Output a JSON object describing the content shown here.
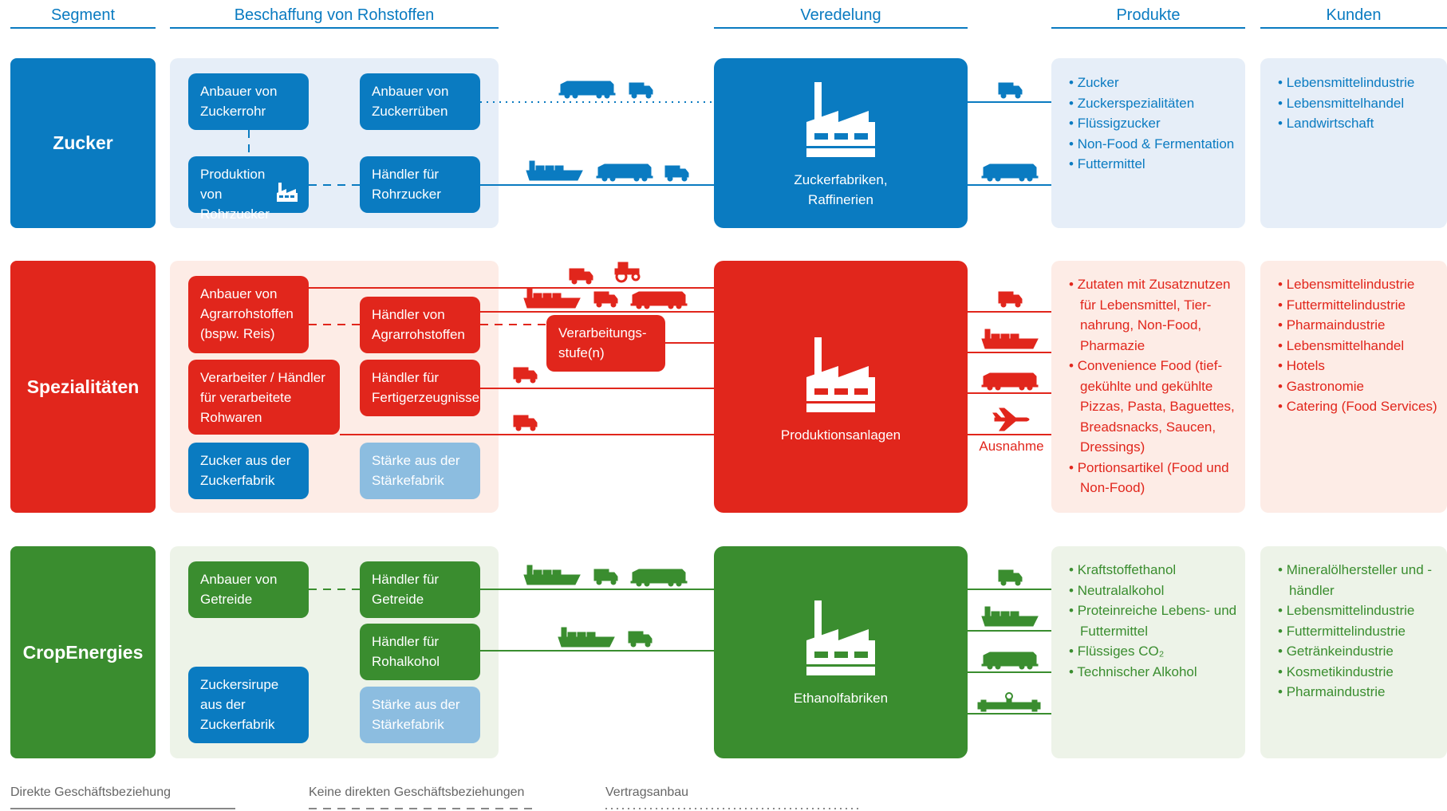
{
  "headers": {
    "segment": "Segment",
    "beschaffung": "Beschaffung von Rohstoffen",
    "veredelung": "Veredelung",
    "produkte": "Produkte",
    "kunden": "Kunden"
  },
  "colors": {
    "blue": "#0a7bc1",
    "red": "#e1261c",
    "green": "#3a8d2f",
    "light_blue_box": "#8cbde0",
    "blue_bg": "#e6eef8",
    "red_bg": "#fdece6",
    "green_bg": "#edf3e8"
  },
  "zucker": {
    "segment": "Zucker",
    "boxes": {
      "anbauer_rohr": "Anbauer von Zuckerrohr",
      "anbauer_rueben": "Anbauer von Zuckerrüben",
      "produktion_rohr": "Produktion von Rohrzucker",
      "haendler_rohr": "Händler für Rohrzucker"
    },
    "plant": "Zuckerfabriken, Raffinerien",
    "produkte": [
      "Zucker",
      "Zuckerspezialitäten",
      "Flüssigzucker",
      "Non-Food & Fermentation",
      "Futtermittel"
    ],
    "kunden": [
      "Lebensmittelindustrie",
      "Lebensmittelhandel",
      "Landwirtschaft"
    ]
  },
  "spezialitaeten": {
    "segment": "Spezialitäten",
    "boxes": {
      "anbauer_agrar": "Anbauer von Agrarrohstoffen (bspw. Reis)",
      "haendler_agrar": "Händler von Agrarrohstoffen",
      "verarbeitung": "Verarbeitungs-stufe(n)",
      "verarbeiter": "Verarbeiter / Händler für verarbeitete Rohwaren",
      "haendler_fertig": "Händler für Fertigerzeugnisse",
      "zucker_fabrik": "Zucker aus der Zuckerfabrik",
      "staerke_fabrik": "Stärke aus der Stärkefabrik"
    },
    "plant": "Produktionsanlagen",
    "ausnahme": "Ausnahme",
    "produkte": [
      "Zutaten mit Zusatznutzen für Lebensmittel, Tier-nahrung, Non-Food, Pharmazie",
      "Convenience Food (tief-gekühlte und gekühlte Pizzas, Pasta, Baguettes, Breadsnacks, Saucen, Dressings)",
      "Portionsartikel (Food und Non-Food)"
    ],
    "kunden": [
      "Lebensmittelindustrie",
      "Futtermittelindustrie",
      "Pharmaindustrie",
      "Lebensmittelhandel",
      "Hotels",
      "Gastronomie",
      "Catering (Food Services)"
    ]
  },
  "cropenergies": {
    "segment": "CropEnergies",
    "boxes": {
      "anbauer_getreide": "Anbauer von Getreide",
      "haendler_getreide": "Händler für Getreide",
      "haendler_rohalkohol": "Händler für Rohalkohol",
      "zuckersirupe": "Zuckersirupe aus der Zuckerfabrik",
      "staerke_fabrik": "Stärke aus der Stärkefabrik"
    },
    "plant": "Ethanolfabriken",
    "produkte": [
      "Kraftstoffethanol",
      "Neutralalkohol",
      "Proteinreiche Lebens- und Futtermittel",
      "Flüssiges CO₂",
      "Technischer Alkohol"
    ],
    "kunden": [
      "Mineralölhersteller und -händler",
      "Lebensmittelindustrie",
      "Futtermittelindustrie",
      "Getränkeindustrie",
      "Kosmetikindustrie",
      "Pharmaindustrie"
    ]
  },
  "legend": {
    "direkt": "Direkte Geschäftsbeziehung",
    "keine": "Keine direkten Geschäftsbeziehungen",
    "vertrag": "Vertragsanbau"
  }
}
